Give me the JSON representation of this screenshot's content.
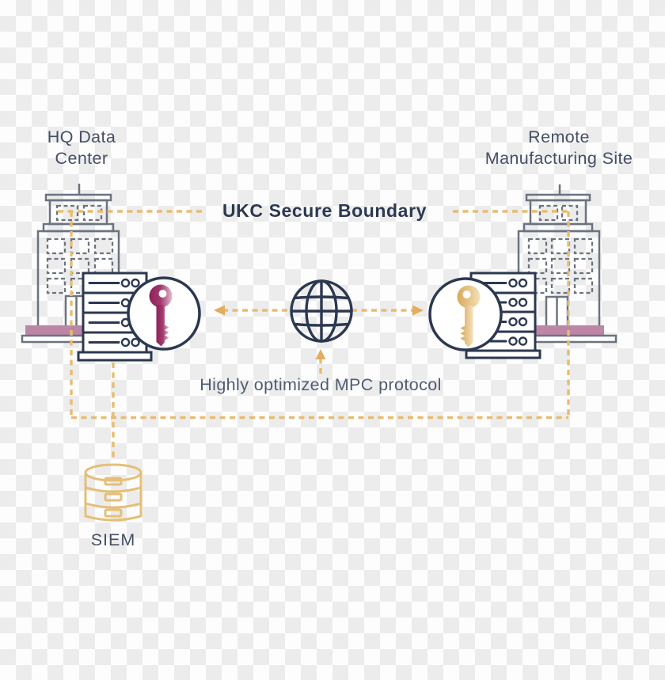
{
  "labels": {
    "hq": "HQ Data\nCenter",
    "remote": "Remote\nManufacturing Site",
    "boundary": "UKC Secure Boundary",
    "protocol": "Highly optimized MPC protocol",
    "siem": "SIEM"
  },
  "icons": [
    "building-icon",
    "server-rack-icon",
    "key-icon",
    "globe-icon",
    "database-icon"
  ],
  "colors": {
    "navy": "#2c3850",
    "building-gray": "#6b7380",
    "label-text": "#454f66",
    "protocol-text": "#4f5b73",
    "gold-dash": "#e8bc72",
    "arrow-gold": "#e2ad5d",
    "siem-gold": "#e5bf77",
    "base-pink": "#bd86a4",
    "key-maroon-dark": "#8e2159",
    "key-maroon-light": "#e3bed2",
    "key-gold-dark": "#d9a958",
    "key-gold-light": "#f3e2bd",
    "checker-light": "#fdfdfd",
    "checker-dark": "#ececec"
  }
}
